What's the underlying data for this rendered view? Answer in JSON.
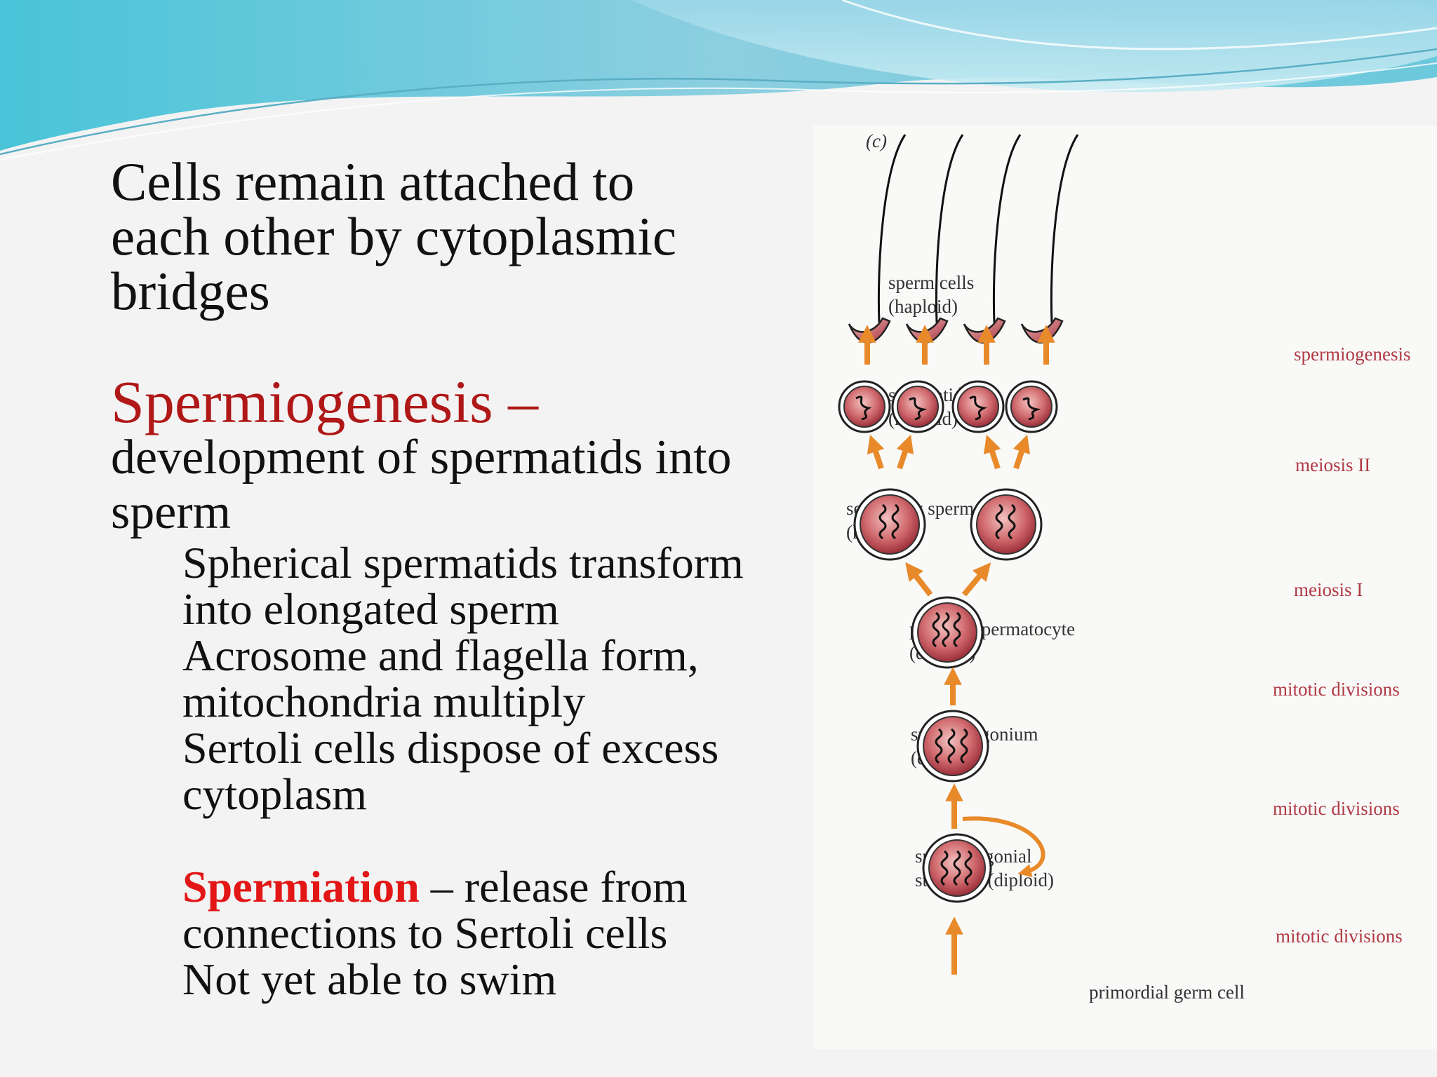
{
  "slide": {
    "para1": "Cells remain attached to each other by cytoplasmic bridges",
    "spermiogenesis_title": "Spermiogenesis –",
    "spermiogenesis_def": "development of spermatids into sperm",
    "bullets": [
      "Spherical spermatids transform into elongated sperm",
      "Acrosome and flagella form, mitochondria multiply",
      "Sertoli cells dispose of excess cytoplasm"
    ],
    "spermiation_term": "Spermiation",
    "spermiation_def": " – release from connections to Sertoli cells",
    "spermiation_note": "Not yet able to swim"
  },
  "figure": {
    "panel_label": "(c)",
    "stages": [
      {
        "line1": "sperm cells",
        "line2": "(haploid)"
      },
      {
        "line1": "spermatids",
        "line2": "(haploid)"
      },
      {
        "line1": "secondary spermatocyte",
        "line2": "(haploid)"
      },
      {
        "line1": "primary spermatocyte",
        "line2": "(diploid)"
      },
      {
        "line1": "spermatogonium",
        "line2": "(diploid)"
      },
      {
        "line1": "spermatogonial",
        "line2": "stem cell (diploid)"
      },
      {
        "line1": "primordial germ cell",
        "line2": ""
      }
    ],
    "processes": [
      "spermiogenesis",
      "meiosis II",
      "meiosis I",
      "mitotic divisions",
      "mitotic divisions",
      "mitotic divisions"
    ]
  },
  "colors": {
    "heading_red": "#b01818",
    "term_red": "#e31616",
    "arrow_orange": "#e88a2a",
    "cell_red": "#c7545c",
    "process_label": "#b03a44"
  }
}
